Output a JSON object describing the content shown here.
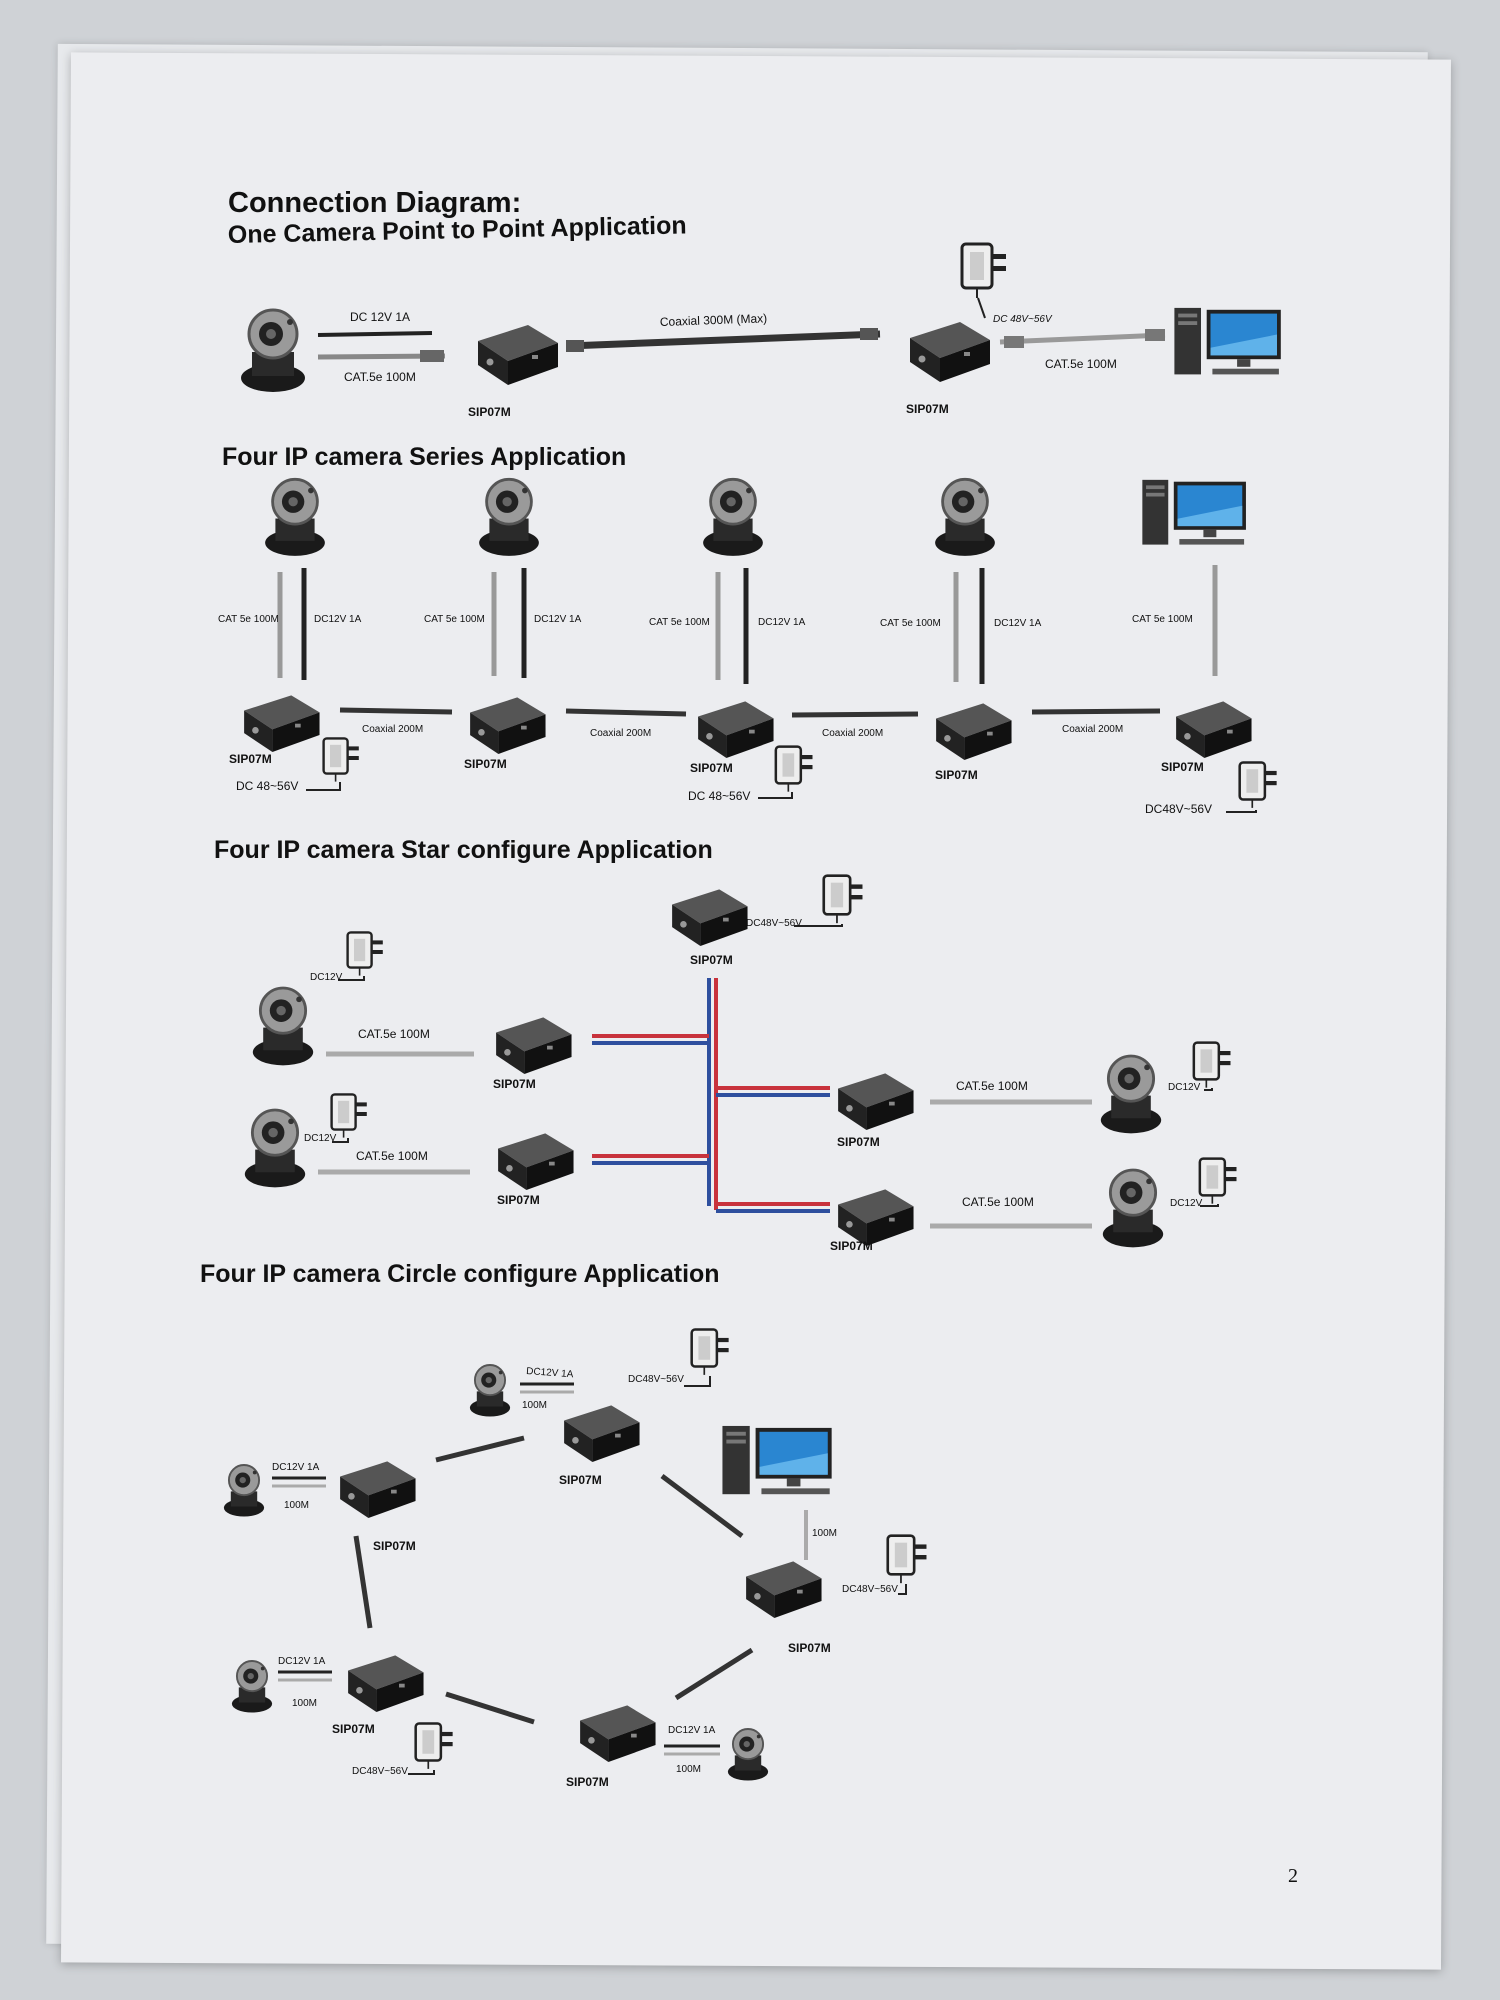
{
  "header": {
    "title": "Connection Diagram:",
    "subtitle": "One Camera Point to Point Application"
  },
  "sections": {
    "series": "Four IP camera Series Application",
    "star": "Four IP camera Star configure Application",
    "circle": "Four IP camera Circle configure Application"
  },
  "p2p": {
    "dc": "DC 12V 1A",
    "cat": "CAT.5e 100M",
    "coax": "Coaxial  300M (Max)",
    "dc_far": "DC 48V~56V",
    "cat_far": "CAT.5e 100M",
    "dev_a": "SIP07M",
    "dev_b": "SIP07M"
  },
  "series": {
    "cat": "CAT 5e 100M",
    "dc12": "DC12V 1A",
    "coax": "Coaxial  200M",
    "dev": "SIP07M",
    "dc48_a": "DC 48~56V",
    "dc48_b": "DC 48~56V",
    "dc48_c": "DC48V~56V"
  },
  "star": {
    "dev": "SIP07M",
    "dc48": "DC48V~56V",
    "dc12": "DC12V",
    "cat": "CAT.5e 100M"
  },
  "circle": {
    "dev": "SIP07M",
    "dc12": "DC12V 1A",
    "cat": "100M",
    "dc48": "DC48V~56V"
  },
  "footer": {
    "page_number": "2"
  },
  "colors": {
    "paper": "#ecedf0",
    "device": "#1a1a1a",
    "cable": "#333333",
    "star_red": "#c8323c",
    "star_blue": "#2e4f9e",
    "screen": "#2a86d1"
  }
}
